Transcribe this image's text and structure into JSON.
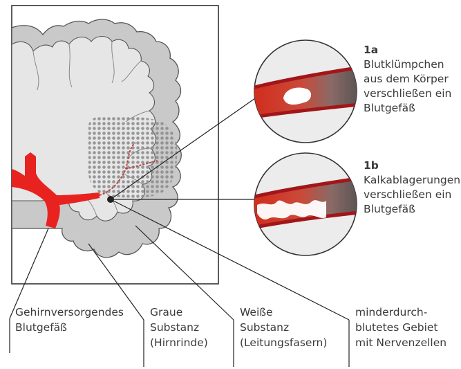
{
  "callouts": [
    {
      "number": "1a",
      "lines": [
        "Blutklümpchen",
        "aus dem Körper",
        "verschließen ein",
        "Blutgefäß"
      ]
    },
    {
      "number": "1b",
      "lines": [
        "Kalkablagerungen",
        "verschließen ein",
        "Blutgefäß"
      ]
    }
  ],
  "labels": [
    {
      "lines": [
        "Gehirnversorgendes",
        "Blutgefäß"
      ]
    },
    {
      "lines": [
        "Graue",
        "Substanz",
        "(Hirnrinde)"
      ]
    },
    {
      "lines": [
        "Weiße",
        "Substanz",
        "(Leitungsfasern)"
      ]
    },
    {
      "lines": [
        "minderdurch-",
        "blutetes Gebiet",
        "mit Nervenzellen"
      ]
    }
  ],
  "colors": {
    "vessel_red": "#e8231f",
    "grey_matter": "#c9c9c9",
    "white_matter": "#e6e6e6",
    "clot": "#5a5a5a",
    "outline": "#555555"
  }
}
